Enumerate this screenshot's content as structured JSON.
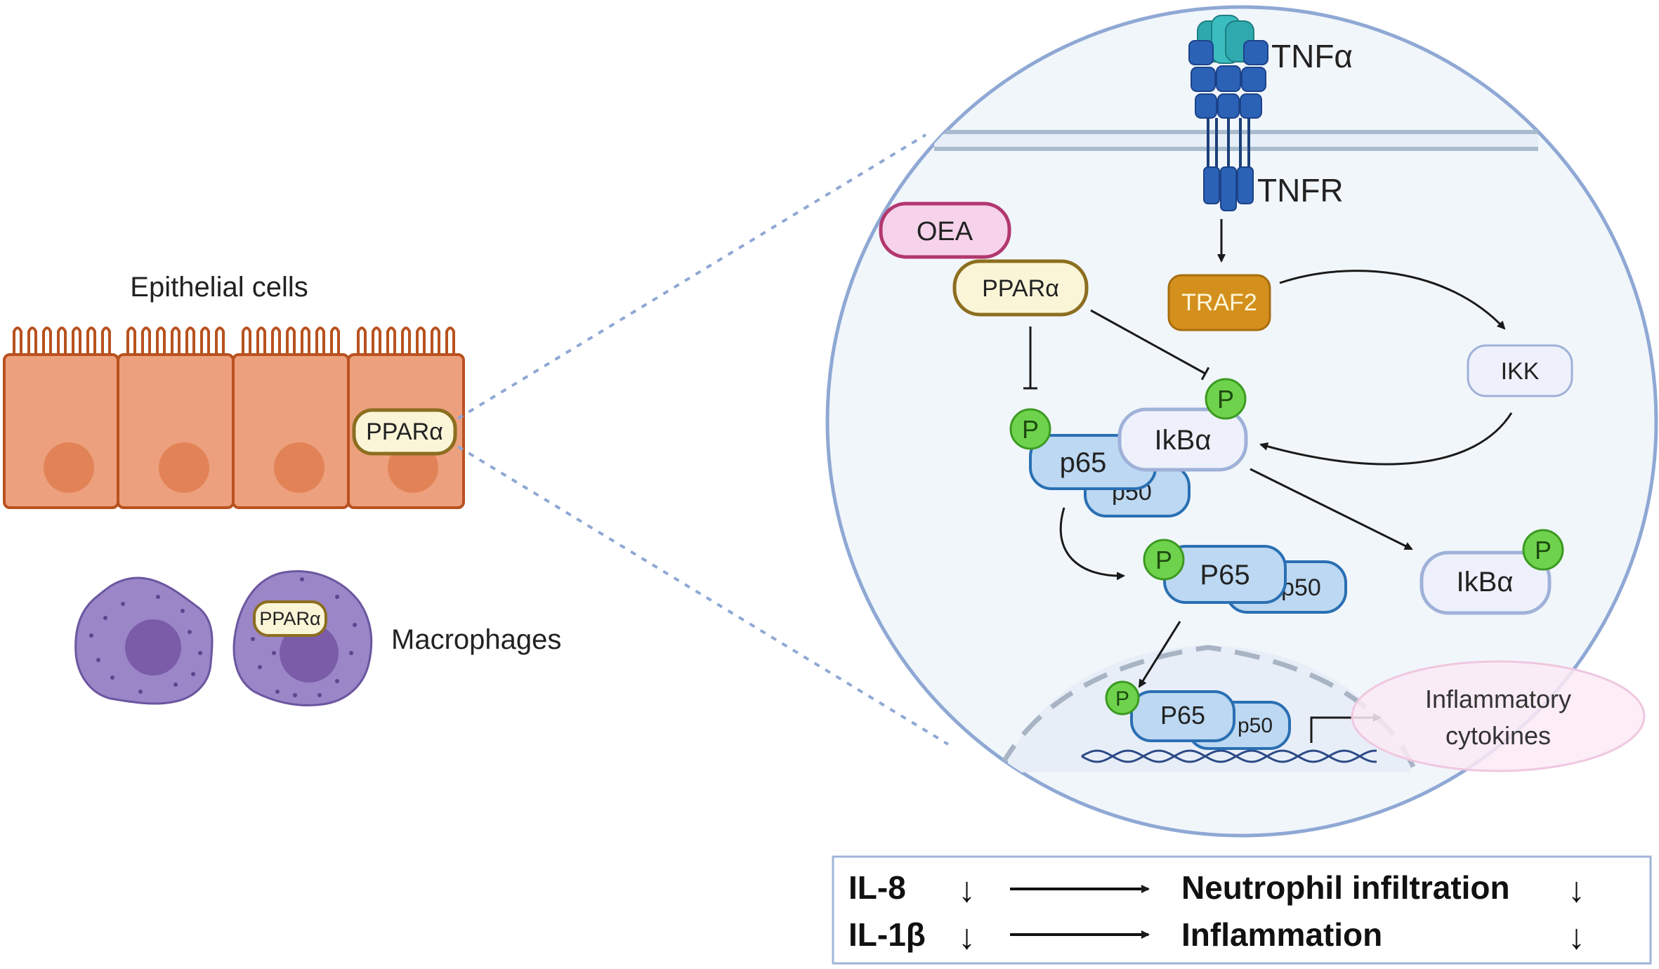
{
  "left": {
    "epithelial_label": "Epithelial cells",
    "epithelial_ppar": "PPARα",
    "macrophage_label": "Macrophages",
    "macrophage_ppar": "PPARα"
  },
  "cell": {
    "tnfa": "TNFα",
    "tnfr": "TNFR",
    "oea": "OEA",
    "ppara": "PPARα",
    "traf2": "TRAF2",
    "ikk": "IKK",
    "ikba_complex": "IkBα",
    "p65": "p65",
    "p50_complex": "p50",
    "p65_free": "P65",
    "p50_free": "p50",
    "ikba_free": "IkBα",
    "p65_nucleus": "P65",
    "p50_nucleus": "p50",
    "phospho": "P",
    "cytokines_line1": "Inflammatory",
    "cytokines_line2": "cytokines"
  },
  "effects": {
    "row1": {
      "left": "IL-8",
      "left_arrow": "↓",
      "right": "Neutrophil infiltration",
      "right_arrow": "↓"
    },
    "row2": {
      "left": "IL-1β",
      "left_arrow": "↓",
      "right": "Inflammation",
      "right_arrow": "↓"
    }
  },
  "colors": {
    "epithelial_fill": "#eda07d",
    "epithelial_stroke": "#b8521f",
    "macrophage_fill": "#9b86c8",
    "oea_fill": "#f6d3ea",
    "oea_stroke": "#b2376f",
    "ppar_fill": "#fbf5d8",
    "ppar_stroke": "#8c6e1f",
    "traf2_fill": "#d4901c",
    "protein_fill": "#bcd8f2",
    "protein_stroke": "#2a6fb3",
    "phospho_fill": "#6fd24c",
    "circle_stroke": "#8fa8d4",
    "circle_fill": "#f1f6fb"
  }
}
